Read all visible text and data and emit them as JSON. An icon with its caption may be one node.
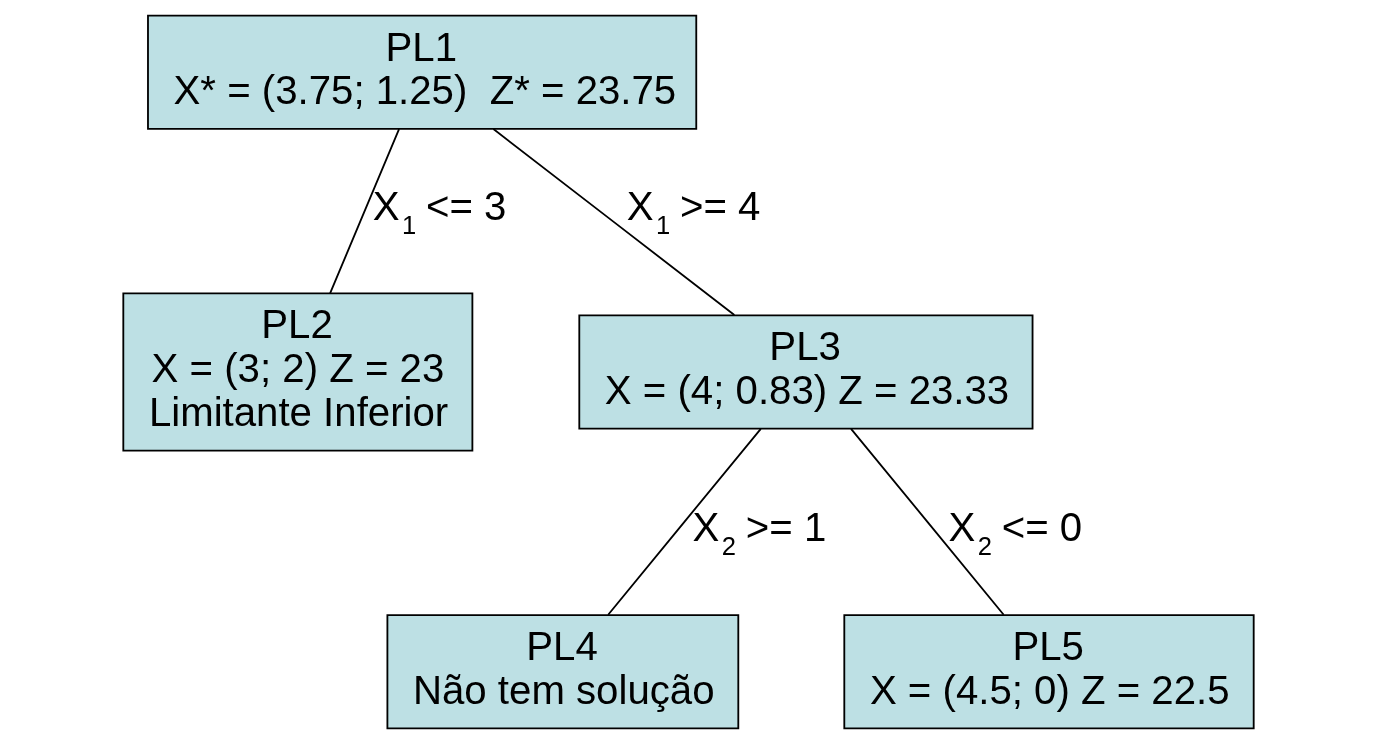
{
  "diagram": {
    "nodes": [
      {
        "text": [
          "PL1",
          "X* = (3.75; 1.25)  Z* = 23.75"
        ]
      },
      {
        "text": [
          "PL2",
          "X = (3; 2) Z = 23",
          "Limitante Inferior"
        ]
      },
      {
        "text": [
          "PL3",
          "X = (4; 0.83) Z = 23.33"
        ]
      },
      {
        "text": [
          "PL4",
          "Não tem solução"
        ]
      },
      {
        "text": [
          "PL5",
          "X = (4.5; 0) Z = 22.5"
        ]
      }
    ],
    "edges": [
      {
        "from": 0,
        "to": 1,
        "arrow": "none",
        "label": "X$_{1}$ <= 3"
      },
      {
        "from": 0,
        "to": 2,
        "arrow": "none",
        "label": "X$_{1}$ >= 4"
      },
      {
        "from": 2,
        "to": 3,
        "arrow": "none",
        "label": "X$_{2}$ >= 1"
      },
      {
        "from": 2,
        "to": 4,
        "arrow": "none",
        "label": "X$_{2}$ <= 0"
      }
    ]
  }
}
